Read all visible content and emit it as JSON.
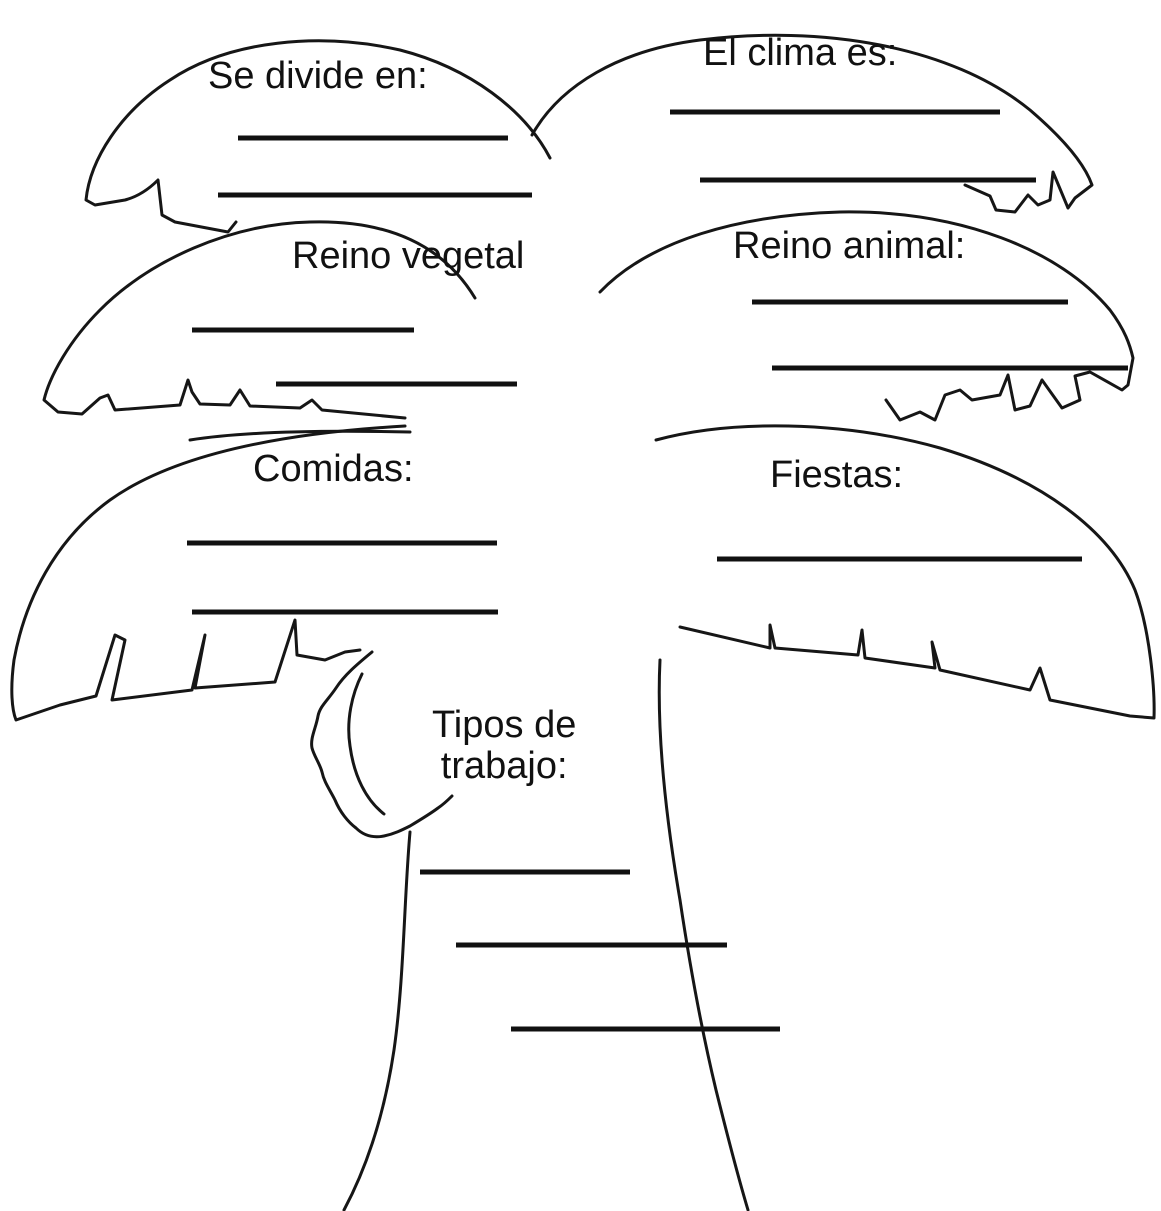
{
  "worksheet": {
    "sections": [
      {
        "id": "se-divide-en",
        "label": "Se divide en:"
      },
      {
        "id": "el-clima-es",
        "label": "El clima es:"
      },
      {
        "id": "reino-vegetal",
        "label": "Reino vegetal"
      },
      {
        "id": "reino-animal",
        "label": "Reino animal:"
      },
      {
        "id": "comidas",
        "label": "Comidas:"
      },
      {
        "id": "fiestas",
        "label": "Fiestas:"
      },
      {
        "id": "tipos-de-trabajo",
        "label": "Tipos de\ntrabajo:"
      }
    ]
  }
}
